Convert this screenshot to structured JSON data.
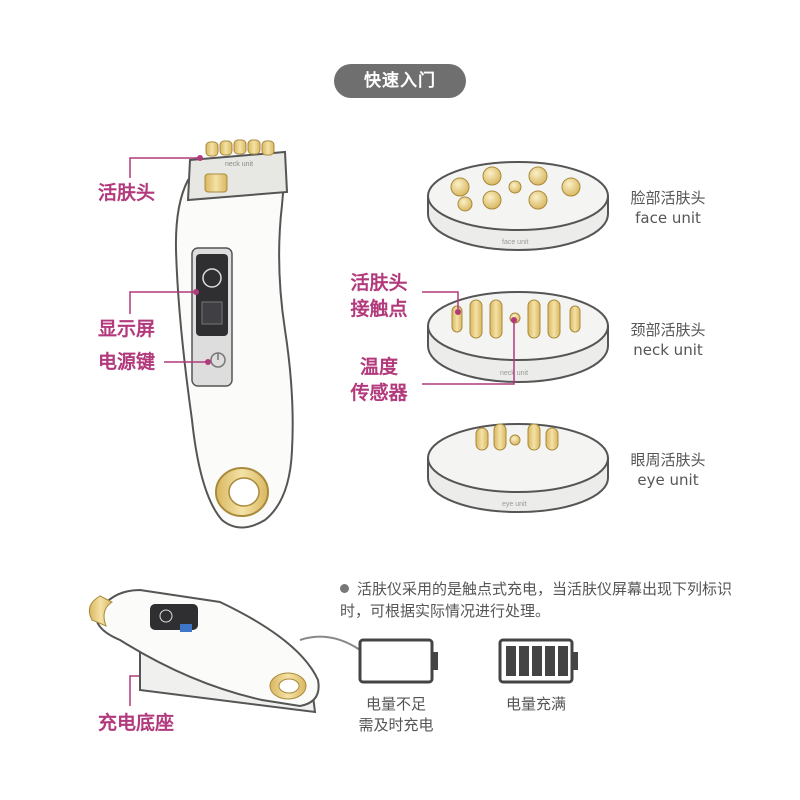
{
  "header": {
    "title": "快速入门"
  },
  "labels": {
    "skin_head": "活肤头",
    "display": "显示屏",
    "power_key": "电源键",
    "contact_line1": "活肤头",
    "contact_line2": "接触点",
    "temp_line1": "温度",
    "temp_line2": "传感器",
    "dock": "充电底座"
  },
  "units": {
    "face": {
      "cn": "脸部活肤头",
      "en": "face unit",
      "engraving": "face unit"
    },
    "neck": {
      "cn": "颈部活肤头",
      "en": "neck unit",
      "engraving": "neck unit"
    },
    "eye": {
      "cn": "眼周活肤头",
      "en": "eye unit",
      "engraving": "eye unit"
    }
  },
  "device": {
    "head_engraving": "neck unit"
  },
  "battery": {
    "note": "活肤仪采用的是触点式充电，当活肤仪屏幕出现下列标识时，可根据实际情况进行处理。",
    "low_line1": "电量不足",
    "low_line2": "需及时充电",
    "full": "电量充满",
    "full_bars": 5,
    "low_level": 0,
    "full_level": 1
  },
  "colors": {
    "accent": "#b23a7c",
    "gold": "#e6c97a",
    "outline": "#555555",
    "pill": "#6f6f6f"
  }
}
